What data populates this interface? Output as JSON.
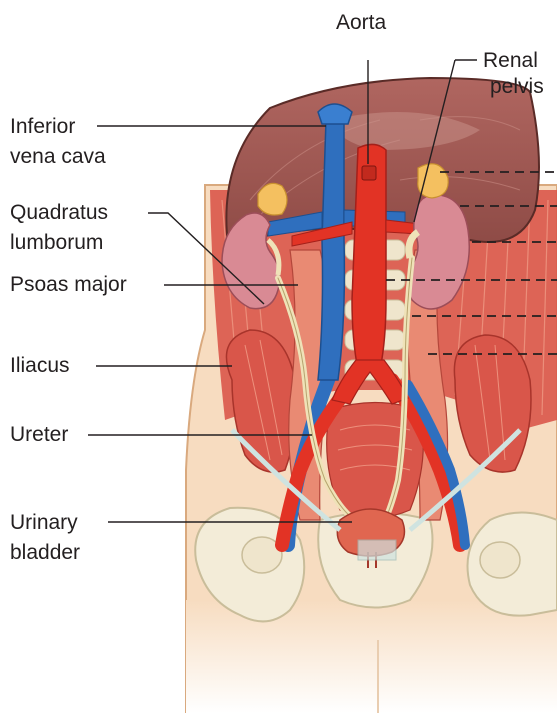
{
  "labels": {
    "aorta": "Aorta",
    "renal_pelvis_line1": "Renal",
    "renal_pelvis_line2": "pelvis",
    "inferior_vena_cava_line1": "Inferior",
    "inferior_vena_cava_line2": "vena cava",
    "quadratus_lumborum_line1": "Quadratus",
    "quadratus_lumborum_line2": "lumborum",
    "psoas_major": "Psoas major",
    "iliacus": "Iliacus",
    "ureter": "Ureter",
    "urinary_bladder_line1": "Urinary",
    "urinary_bladder_line2": "bladder"
  },
  "colors": {
    "skin": "#f7dcc0",
    "skin_outline": "#d9a97e",
    "bone": "#f3ecd8",
    "bone_outline": "#c9bd9a",
    "liver": "#a35a55",
    "liver_outline": "#5a2b27",
    "muscle": "#d9564a",
    "muscle_light": "#e98a73",
    "kidney": "#d98a94",
    "adrenal": "#f4c060",
    "artery": "#e23325",
    "vein": "#2f6fbe",
    "ureter": "#efe2b8",
    "bladder": "#e06650",
    "label_text": "#231f20",
    "leader_line": "#231f20"
  }
}
